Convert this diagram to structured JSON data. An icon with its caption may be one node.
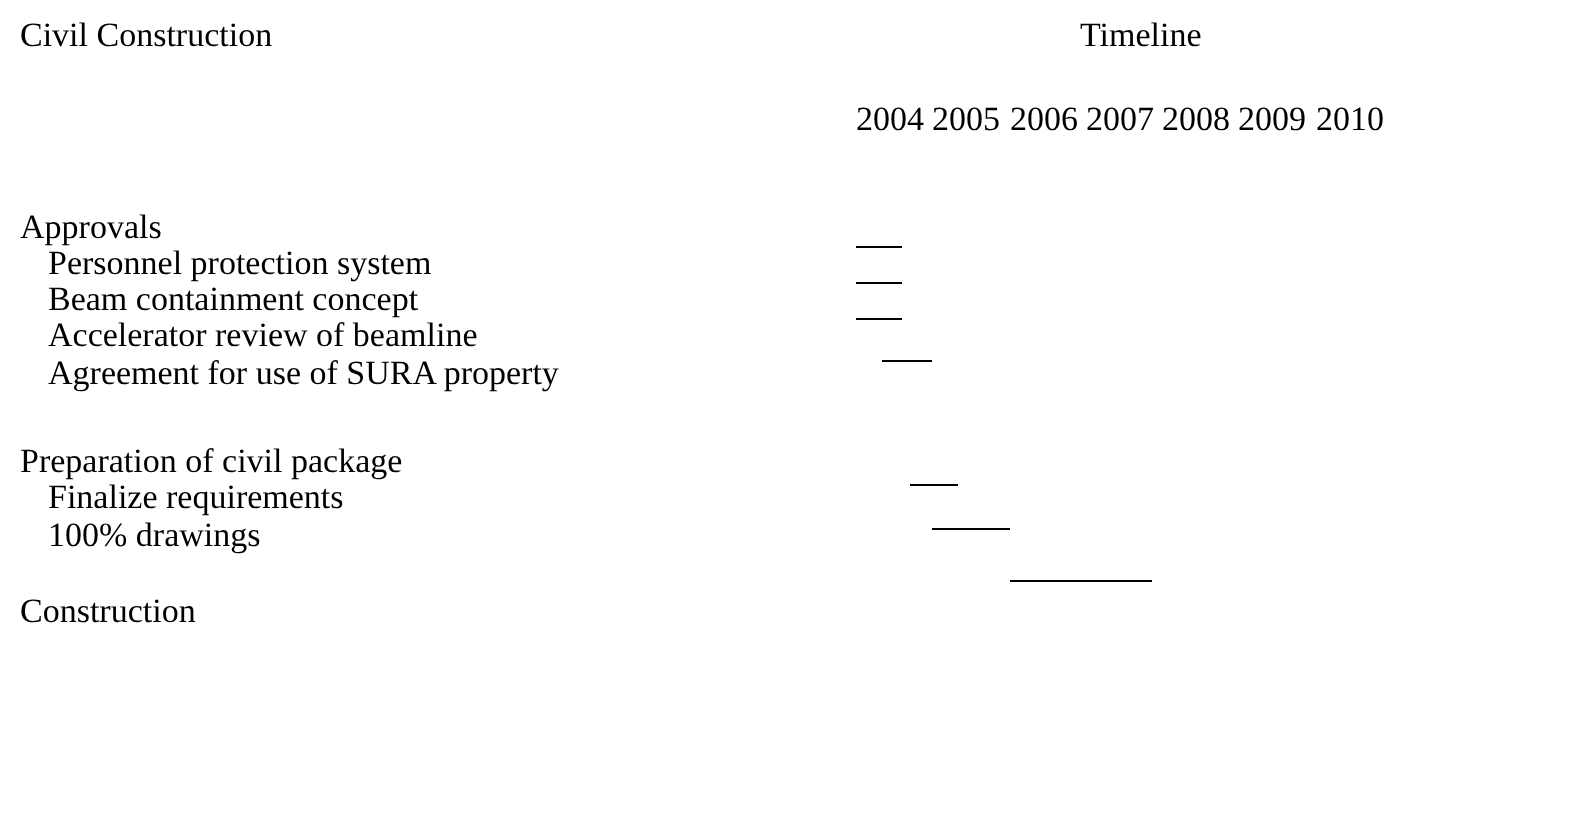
{
  "diagram": {
    "labels": [
      "Civil Construction",
      "Timeline",
      "2004",
      "2005",
      "2006",
      "2007",
      "2008",
      "2009",
      "2010",
      "Approvals",
      "Personnel protection system",
      "Beam containment concept",
      "Accelerator review of beamline",
      "Agreement for use of SURA property",
      "Preparation of civil package",
      "Finalize requirements",
      "100% drawings",
      "Construction"
    ]
  }
}
